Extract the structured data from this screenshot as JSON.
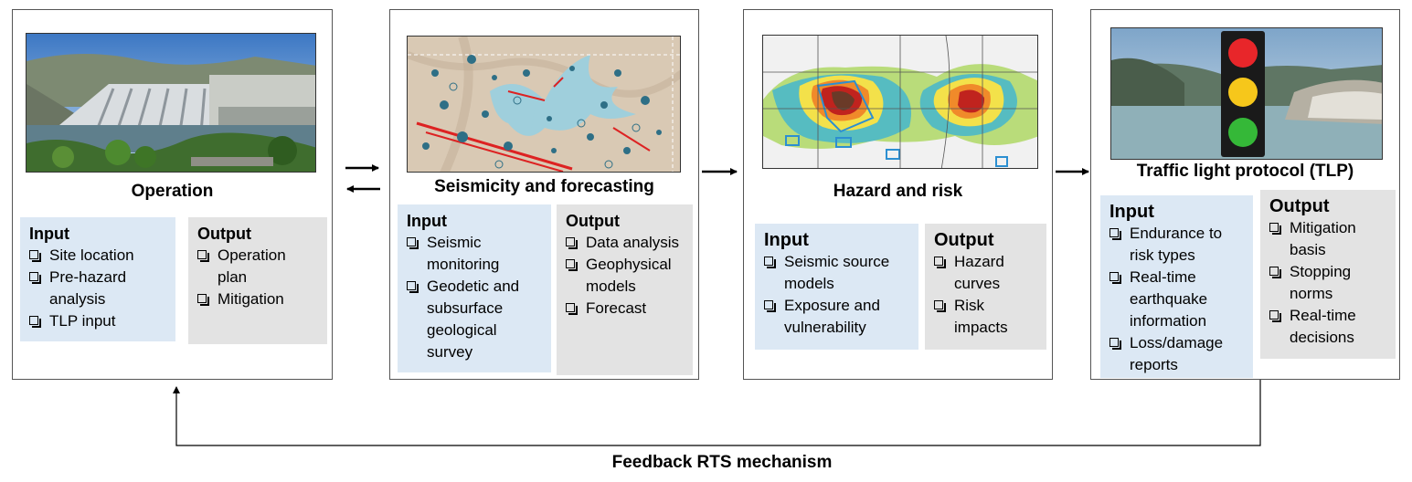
{
  "stages": [
    {
      "title": "Operation",
      "input": {
        "header": "Input",
        "items": [
          "Site location",
          "Pre-hazard analysis",
          "TLP input"
        ]
      },
      "output": {
        "header": "Output",
        "items": [
          "Operation plan",
          "Mitigation"
        ]
      }
    },
    {
      "title": "Seismicity and forecasting",
      "input": {
        "header": "Input",
        "items": [
          "Seismic monitoring",
          "Geodetic and subsurface geological survey"
        ]
      },
      "output": {
        "header": "Output",
        "items": [
          "Data analysis",
          "Geophysical models",
          "Forecast"
        ]
      }
    },
    {
      "title": "Hazard and risk",
      "input": {
        "header": "Input",
        "items": [
          "Seismic source models",
          "Exposure and vulnerability"
        ]
      },
      "output": {
        "header": "Output",
        "items": [
          "Hazard curves",
          "Risk impacts"
        ]
      }
    },
    {
      "title": "Traffic light protocol (TLP)",
      "input": {
        "header": "Input",
        "items": [
          "Endurance to risk types",
          "Real-time earthquake information",
          "Loss/damage reports"
        ]
      },
      "output": {
        "header": "Output",
        "items": [
          "Mitigation basis",
          "Stopping norms",
          "Real-time decisions"
        ]
      }
    }
  ],
  "feedback_label": "Feedback RTS mechanism",
  "images": [
    "dam-photo",
    "seismicity-map",
    "hazard-map",
    "traffic-light-photo"
  ]
}
